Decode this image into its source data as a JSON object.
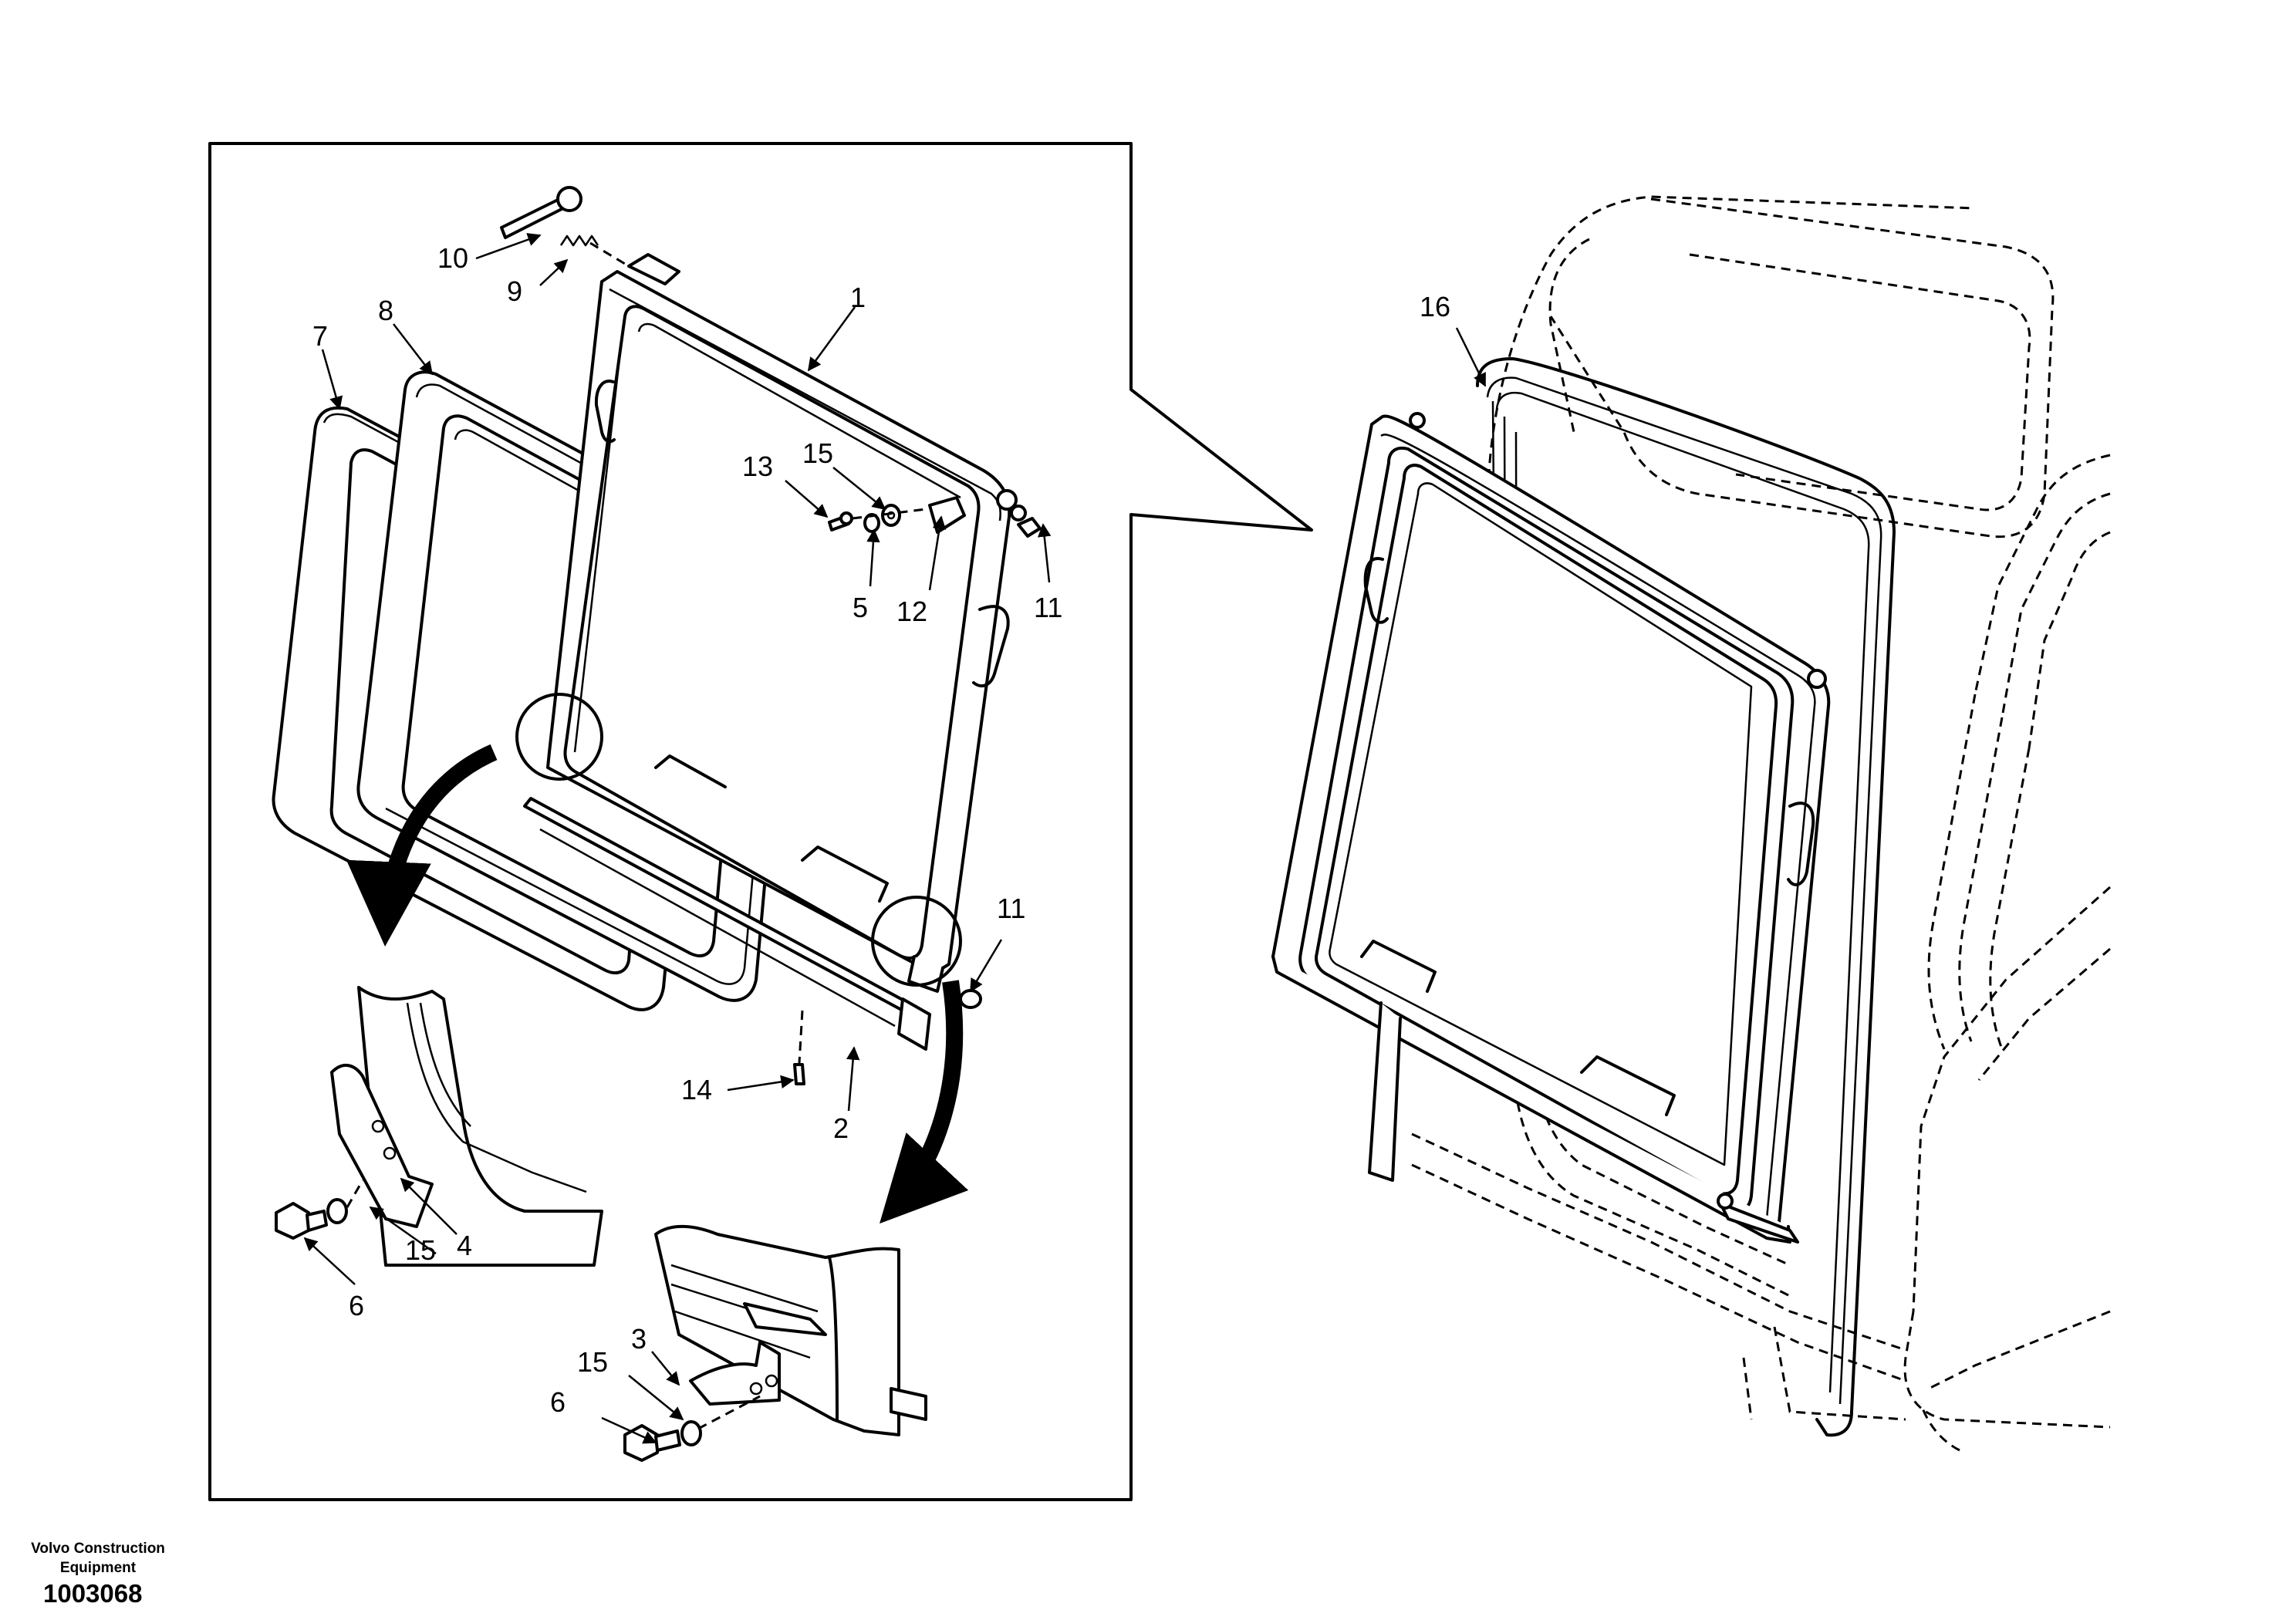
{
  "footer": {
    "brand": "Volvo Construction Equipment",
    "drawing_number": "1003068"
  },
  "callouts": {
    "c1": "1",
    "c2": "2",
    "c3": "3",
    "c4": "4",
    "c5": "5",
    "c6a": "6",
    "c6b": "6",
    "c7": "7",
    "c8": "8",
    "c9": "9",
    "c10": "10",
    "c11a": "11",
    "c11b": "11",
    "c12": "12",
    "c13": "13",
    "c14": "14",
    "c15a": "15",
    "c15b": "15",
    "c15c": "15",
    "c16": "16"
  }
}
